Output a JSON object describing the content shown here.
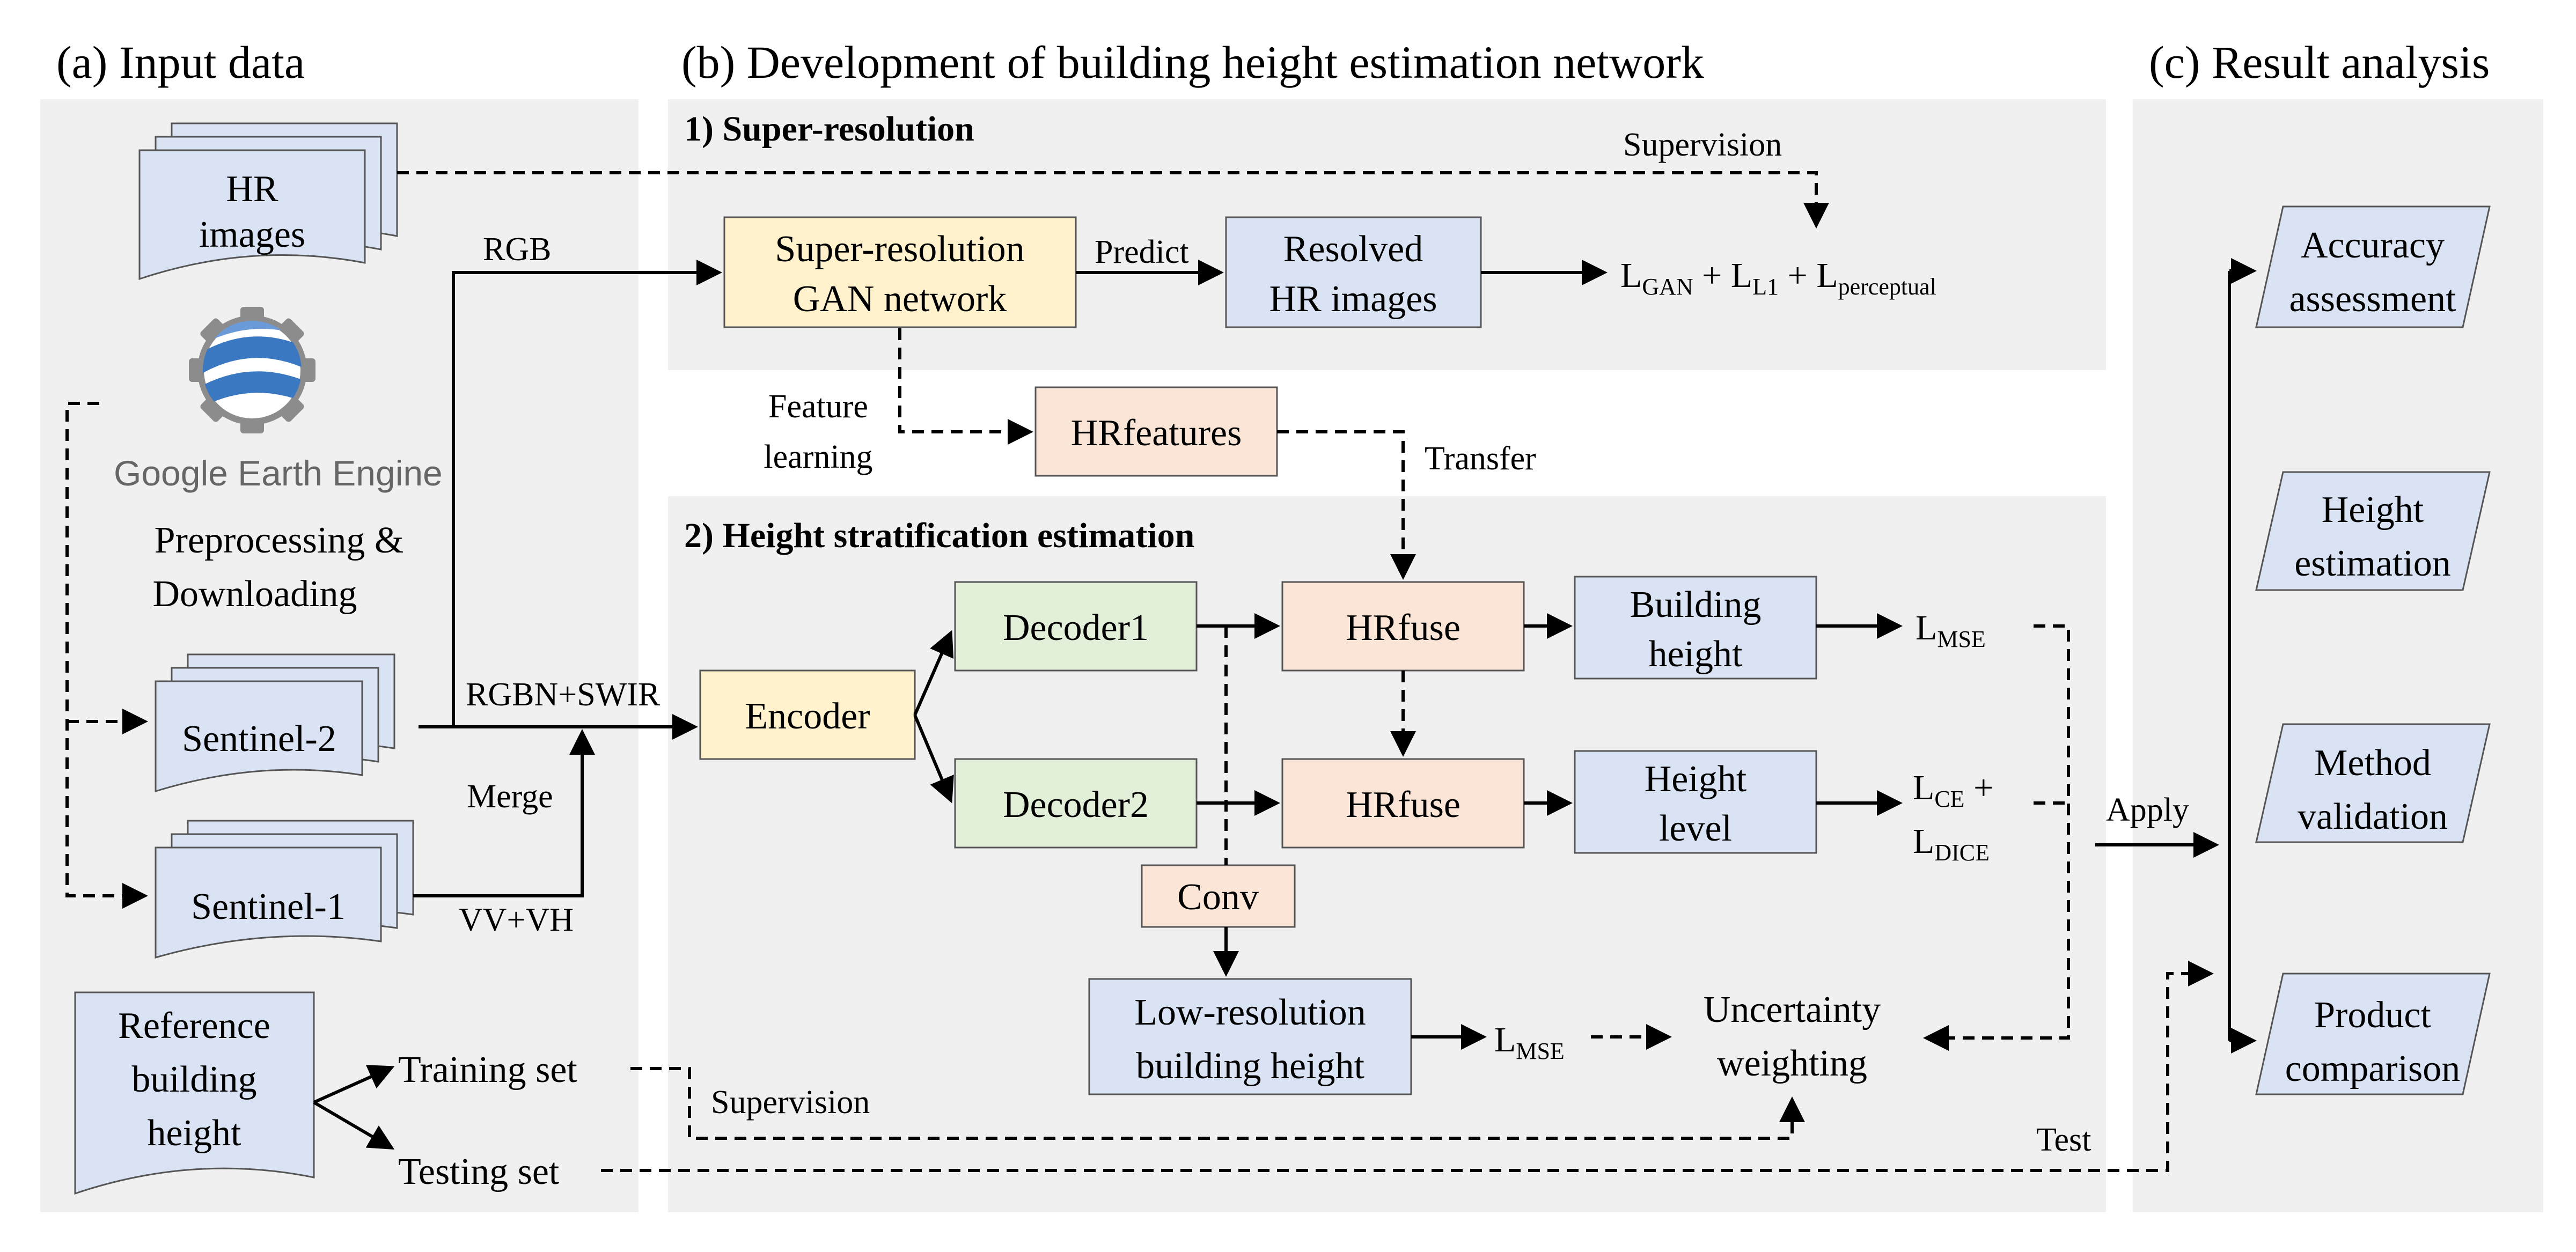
{
  "colors": {
    "panel": "#f0f0f0",
    "blue_box": "#dae3f3",
    "yellow_box": "#fff2cc",
    "green_box": "#e2f0d9",
    "peach_box": "#fbe5d6"
  },
  "sections": {
    "input": "(a) Input data",
    "development": "(b) Development of building height estimation network",
    "result": "(c) Result analysis"
  },
  "subsections": {
    "sr": "1) Super-resolution",
    "hse": "2) Height stratification estimation"
  },
  "input_panel": {
    "hr_images": [
      "HR",
      "images"
    ],
    "gee_logo": {
      "icon": "gear-globe-icon",
      "text_part1": "Google",
      "text_part2": "Earth Engine"
    },
    "preprocess": [
      "Preprocessing &",
      "Downloading"
    ],
    "sentinel2": "Sentinel-2",
    "sentinel1": "Sentinel-1",
    "reference": [
      "Reference",
      "building",
      "height"
    ],
    "training_set": "Training set",
    "testing_set": "Testing set"
  },
  "edge_labels": {
    "supervision_top": "Supervision",
    "rgb": "RGB",
    "predict": "Predict",
    "feature_learning": [
      "Feature",
      "learning"
    ],
    "transfer": "Transfer",
    "rgbn_swir": "RGBN+SWIR",
    "merge": "Merge",
    "vv_vh": "VV+VH",
    "supervision_bottom": "Supervision",
    "apply": "Apply",
    "test": "Test"
  },
  "boxes": {
    "sr_gan": [
      "Super-resolution",
      "GAN network"
    ],
    "resolved": [
      "Resolved",
      "HR images"
    ],
    "hr_features": "HRfeatures",
    "encoder": "Encoder",
    "decoder1": "Decoder1",
    "decoder2": "Decoder2",
    "hrfuse1": "HRfuse",
    "hrfuse2": "HRfuse",
    "building_height": [
      "Building",
      "height"
    ],
    "height_level": [
      "Height",
      "level"
    ],
    "conv": "Conv",
    "low_res": [
      "Low-resolution",
      "building height"
    ],
    "uncertainty": [
      "Uncertainty",
      "weighting"
    ]
  },
  "losses": {
    "sr_loss": {
      "l1": "L",
      "s1": "GAN",
      "p1": " + L",
      "s2": "L1",
      "p2": " + L",
      "s3": "perceptual"
    },
    "mse1": {
      "base": "L",
      "sub": "MSE"
    },
    "ce_dice": {
      "base1": "L",
      "sub1": "CE",
      "plus": " +",
      "base2": "L",
      "sub2": "DICE"
    },
    "mse2": {
      "base": "L",
      "sub": "MSE"
    }
  },
  "results": {
    "accuracy": [
      "Accuracy",
      "assessment"
    ],
    "height_est": [
      "Height",
      "estimation"
    ],
    "method_val": [
      "Method",
      "validation"
    ],
    "product_cmp": [
      "Product",
      "comparison"
    ]
  }
}
